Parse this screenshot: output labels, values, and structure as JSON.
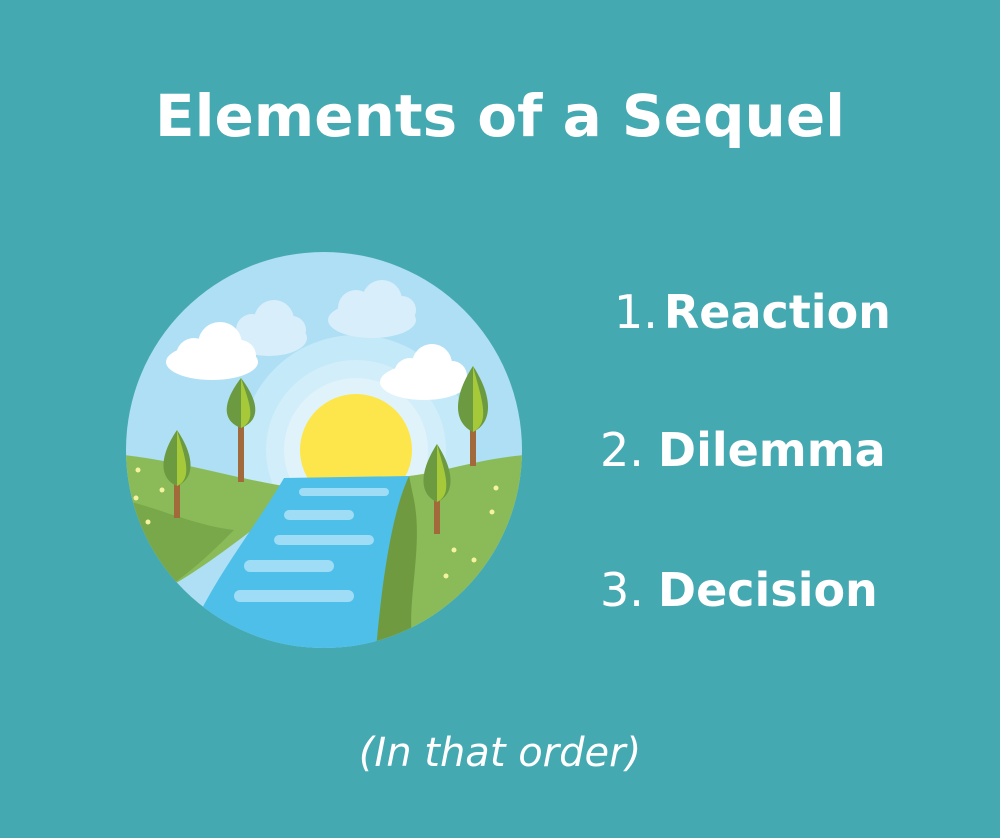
{
  "title": "Elements of a Sequel",
  "steps": [
    {
      "number": "1.",
      "label": "Reaction"
    },
    {
      "number": "2.",
      "label": "Dilemma"
    },
    {
      "number": "3.",
      "label": "Decision"
    }
  ],
  "footnote": "(In that order)",
  "colors": {
    "background": "#45a9b2",
    "text": "#ffffff",
    "sky": "#aedff5",
    "sun": "#fde64b",
    "grass": "#8abb58",
    "grass_dark": "#6f9a40",
    "river": "#4dbfe9",
    "tree": "#6b9a40"
  },
  "illustration": {
    "icon": "landscape-river-sun-icon"
  }
}
